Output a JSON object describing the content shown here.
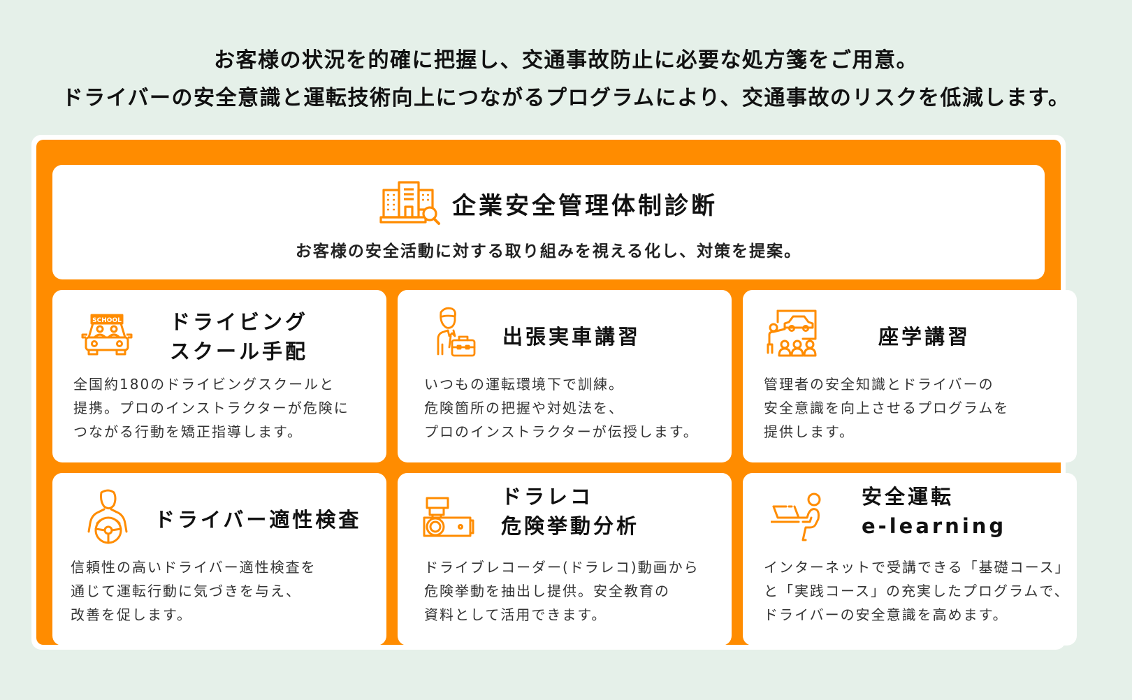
{
  "colors": {
    "background": "#e5f0e9",
    "accent": "#ff8c00",
    "card": "#ffffff",
    "text": "#111111"
  },
  "intro": {
    "lines": [
      "お客様の状況を的確に把握し、交通事故防止に必要な処方箋をご用意。",
      "ドライバーの安全意識と運転技術向上につながるプログラムにより、交通事故のリスクを低減します。"
    ]
  },
  "featured": {
    "icon": "building-search-icon",
    "title": "企業安全管理体制診断",
    "description": "お客様の安全活動に対する取り組みを視える化し、対策を提案。"
  },
  "services": [
    {
      "icon": "school-car-icon",
      "title_lines": [
        "ドライビング",
        "スクール手配"
      ],
      "desc_lines": [
        "全国約180のドライビングスクールと",
        "提携。プロのインストラクターが危険に",
        "つながる行動を矯正指導します。"
      ]
    },
    {
      "icon": "businessman-briefcase-icon",
      "title_lines": [
        "出張実車講習"
      ],
      "desc_lines": [
        "いつもの運転環境下で訓練。",
        "危険箇所の把握や対処法を、",
        "プロのインストラクターが伝授します。"
      ]
    },
    {
      "icon": "classroom-lecture-icon",
      "title_lines": [
        "座学講習"
      ],
      "desc_lines": [
        "管理者の安全知識とドライバーの",
        "安全意識を向上させるプログラムを",
        "提供します。"
      ]
    },
    {
      "icon": "driver-steering-wheel-icon",
      "title_lines": [
        "ドライバー適性検査"
      ],
      "desc_lines": [
        "信頼性の高いドライバー適性検査を",
        "通じて運転行動に気づきを与え、",
        "改善を促します。"
      ]
    },
    {
      "icon": "dashcam-icon",
      "title_lines": [
        "ドラレコ",
        "危険挙動分析"
      ],
      "desc_lines": [
        "ドライブレコーダー(ドラレコ)動画から",
        "危険挙動を抽出し提供。安全教育の",
        "資料として活用できます。"
      ]
    },
    {
      "icon": "person-laptop-icon",
      "title_lines": [
        "安全運転",
        "e-learning"
      ],
      "desc_lines": [
        "インターネットで受講できる「基礎コース」",
        "と「実践コース」の充実したプログラムで、",
        "ドライバーの安全意識を高めます。"
      ]
    }
  ]
}
